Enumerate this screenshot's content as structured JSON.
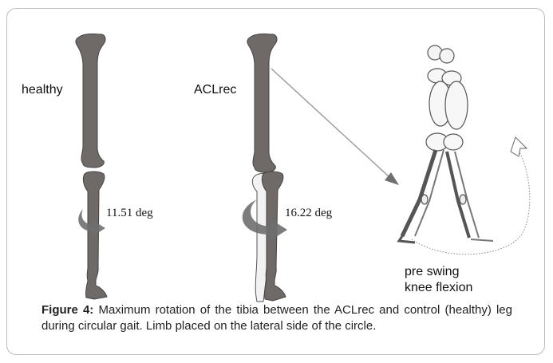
{
  "labels": {
    "healthy": "healthy",
    "aclrec": "ACLrec",
    "healthy_deg": "11.51 deg",
    "aclrec_deg": "16.22 deg",
    "phase_line1": "pre swing",
    "phase_line2": "knee flexion"
  },
  "caption": {
    "prefix": "Figure 4:",
    "text": " Maximum rotation of the tibia between the ACLrec and control (healthy) leg during circular gait. Limb placed on the lateral side of the circle."
  },
  "colors": {
    "bone": "#6f6a67",
    "bone_light": "#f2f2f2",
    "arrow": "#6f6f6f",
    "outline": "#555555"
  }
}
